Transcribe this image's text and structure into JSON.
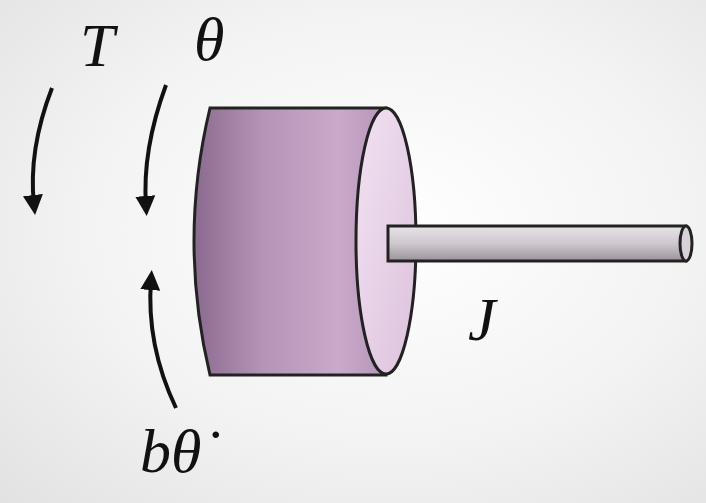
{
  "diagram": {
    "labels": [
      "T",
      "θ",
      "J",
      "bθ̇"
    ]
  }
}
